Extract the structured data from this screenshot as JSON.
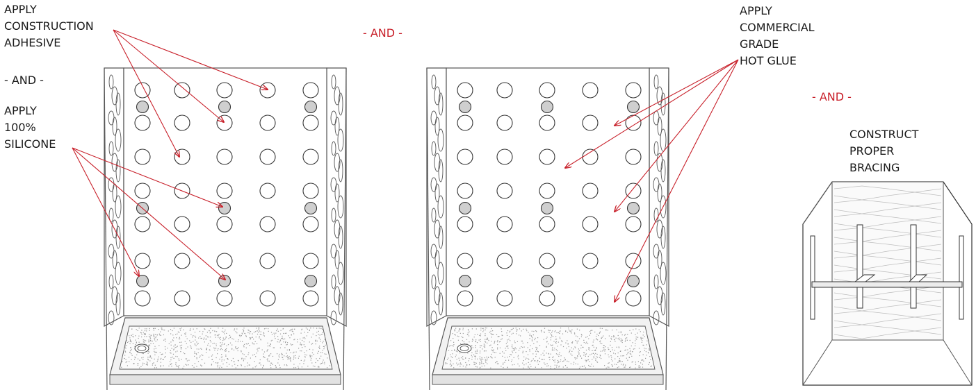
{
  "labels": {
    "construction_adhesive": [
      "APPLY",
      "CONSTRUCTION",
      "ADHESIVE"
    ],
    "silicone": [
      "APPLY",
      "100%",
      "SILICONE"
    ],
    "hot_glue": [
      "APPLY",
      "COMMERCIAL",
      "GRADE",
      "HOT GLUE"
    ],
    "bracing": [
      "CONSTRUCT",
      "PROPER",
      "BRACING"
    ],
    "and_left": "- AND -",
    "and_center": "- AND -",
    "and_right": "- AND -"
  },
  "colors": {
    "arrow": "#c8202a",
    "and_text": "#c8202a",
    "label_text": "#1a1a1a",
    "panel_line": "#555555",
    "filled_dot": "#cfcfcf"
  },
  "icons": [
    "shower-enclosure-adhesive",
    "shower-enclosure-hot-glue",
    "wall-bracing-frame"
  ]
}
